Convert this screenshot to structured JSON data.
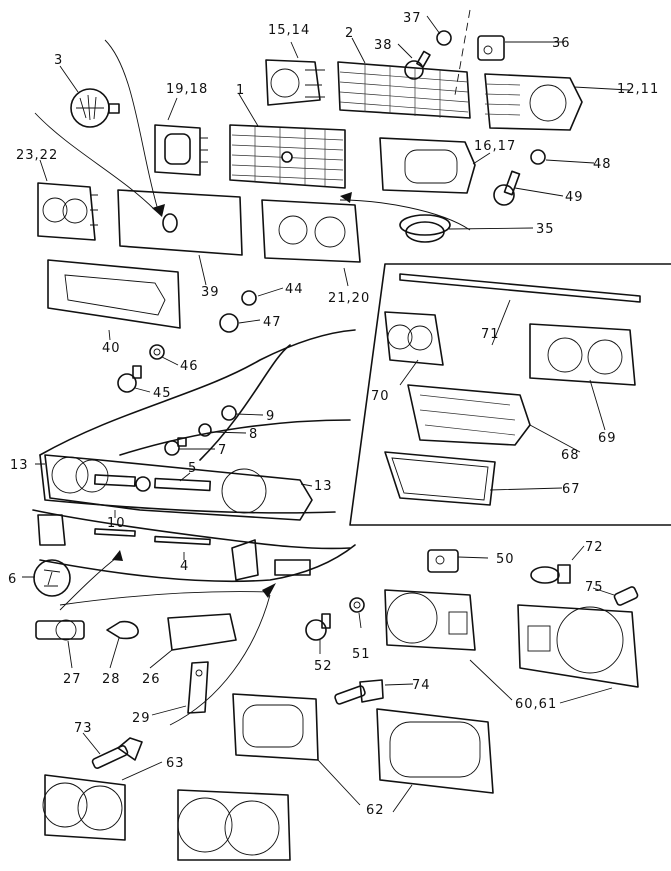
{
  "diagram": {
    "type": "exploded-parts-diagram",
    "callouts": [
      {
        "id": "c1",
        "label": "1"
      },
      {
        "id": "c2",
        "label": "2"
      },
      {
        "id": "c3",
        "label": "3"
      },
      {
        "id": "c4",
        "label": "4"
      },
      {
        "id": "c5",
        "label": "5"
      },
      {
        "id": "c6",
        "label": "6"
      },
      {
        "id": "c7",
        "label": "7"
      },
      {
        "id": "c8",
        "label": "8"
      },
      {
        "id": "c9",
        "label": "9"
      },
      {
        "id": "c10",
        "label": "10"
      },
      {
        "id": "c12_11",
        "label": "12,11"
      },
      {
        "id": "c13a",
        "label": "13"
      },
      {
        "id": "c13b",
        "label": "13"
      },
      {
        "id": "c15_14",
        "label": "15,14"
      },
      {
        "id": "c16_17",
        "label": "16,17"
      },
      {
        "id": "c19_18",
        "label": "19,18"
      },
      {
        "id": "c21_20",
        "label": "21,20"
      },
      {
        "id": "c23_22",
        "label": "23,22"
      },
      {
        "id": "c26",
        "label": "26"
      },
      {
        "id": "c27",
        "label": "27"
      },
      {
        "id": "c28",
        "label": "28"
      },
      {
        "id": "c29",
        "label": "29"
      },
      {
        "id": "c35",
        "label": "35"
      },
      {
        "id": "c36",
        "label": "36"
      },
      {
        "id": "c37",
        "label": "37"
      },
      {
        "id": "c38",
        "label": "38"
      },
      {
        "id": "c39",
        "label": "39"
      },
      {
        "id": "c40",
        "label": "40"
      },
      {
        "id": "c44",
        "label": "44"
      },
      {
        "id": "c45",
        "label": "45"
      },
      {
        "id": "c46",
        "label": "46"
      },
      {
        "id": "c47",
        "label": "47"
      },
      {
        "id": "c48",
        "label": "48"
      },
      {
        "id": "c49",
        "label": "49"
      },
      {
        "id": "c50",
        "label": "50"
      },
      {
        "id": "c51",
        "label": "51"
      },
      {
        "id": "c52",
        "label": "52"
      },
      {
        "id": "c60_61",
        "label": "60,61"
      },
      {
        "id": "c62",
        "label": "62"
      },
      {
        "id": "c63",
        "label": "63"
      },
      {
        "id": "c67",
        "label": "67"
      },
      {
        "id": "c68",
        "label": "68"
      },
      {
        "id": "c69",
        "label": "69"
      },
      {
        "id": "c70",
        "label": "70"
      },
      {
        "id": "c71",
        "label": "71"
      },
      {
        "id": "c72",
        "label": "72"
      },
      {
        "id": "c73",
        "label": "73"
      },
      {
        "id": "c74",
        "label": "74"
      },
      {
        "id": "c75",
        "label": "75"
      }
    ]
  }
}
